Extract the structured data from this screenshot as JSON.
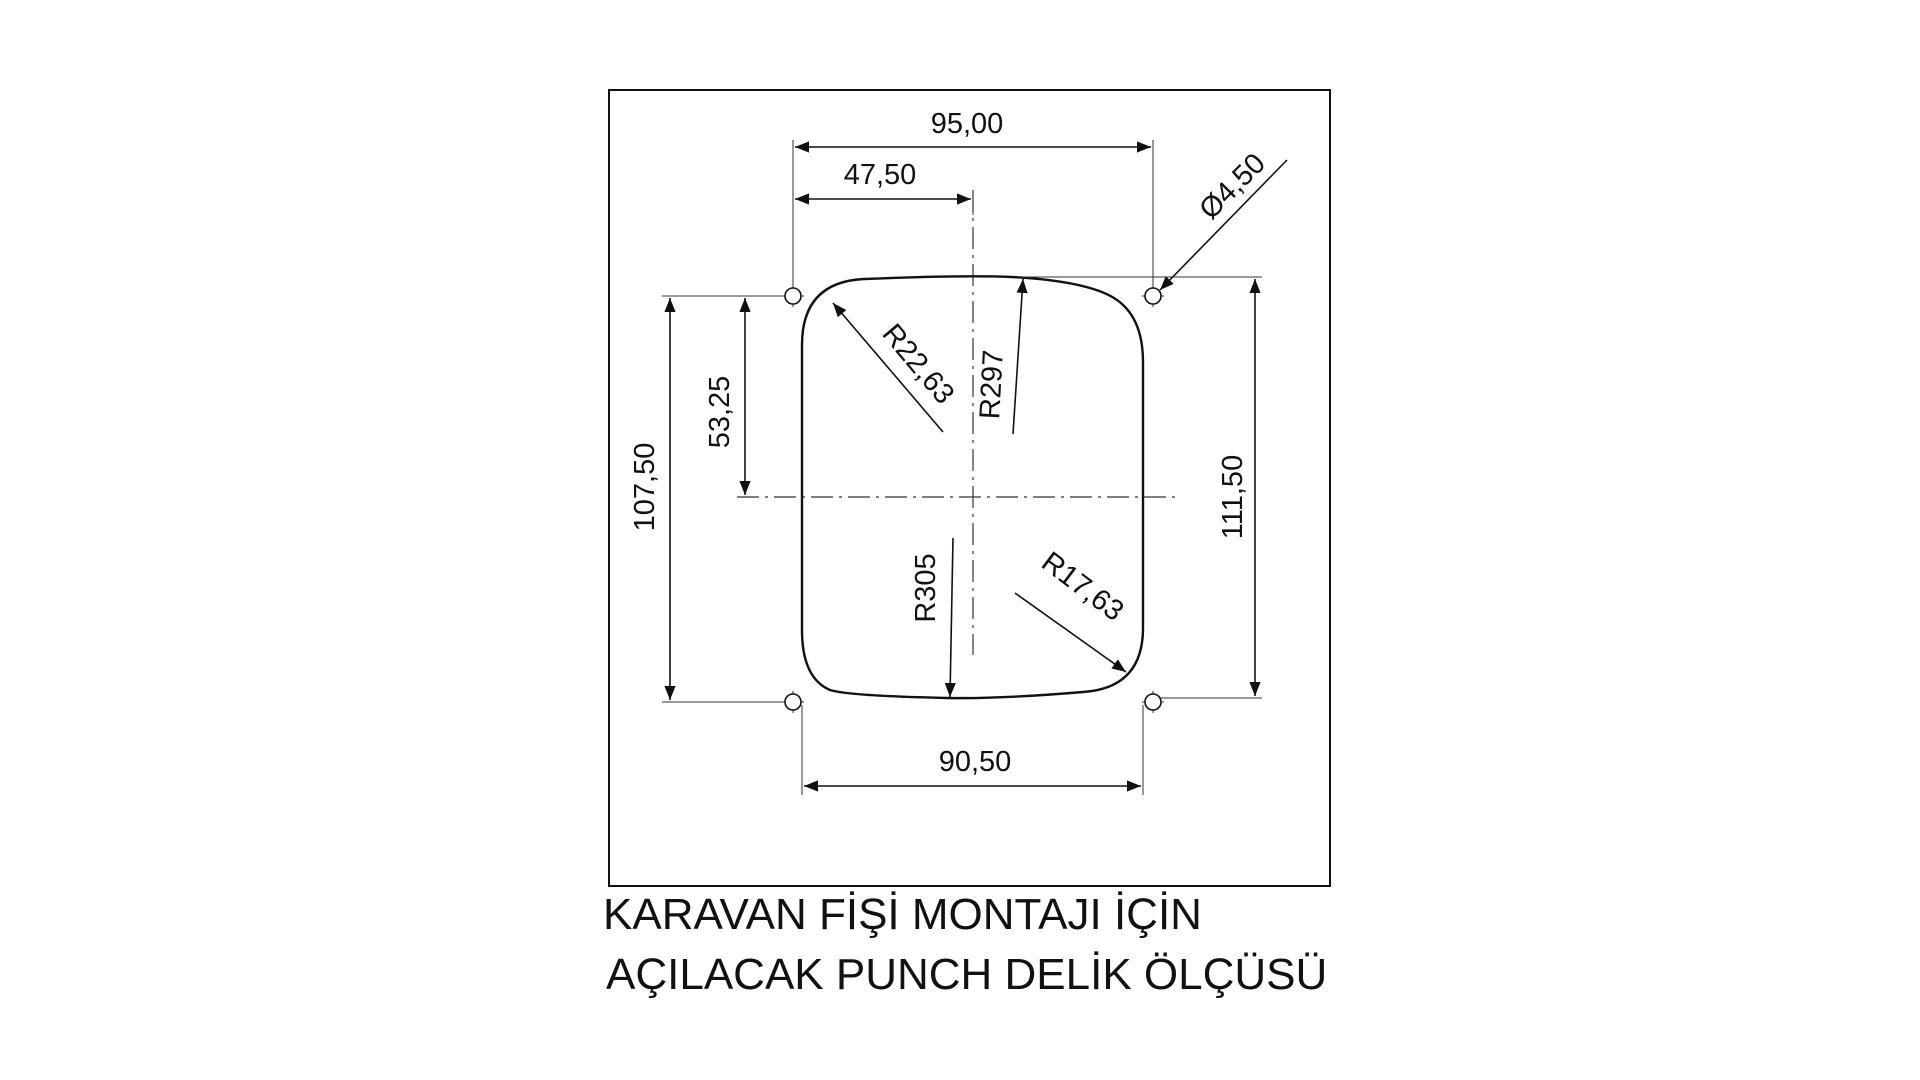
{
  "drawing": {
    "dimensions": {
      "width_total": "95,00",
      "width_half": "47,50",
      "hole_diameter": "Ø4,50",
      "height_left": "107,50",
      "height_half": "53,25",
      "height_right": "111,50",
      "width_bottom": "90,50",
      "radius_top_left": "R22,63",
      "radius_top": "R297",
      "radius_bottom": "R305",
      "radius_bottom_right": "R17,63"
    },
    "caption": {
      "line1": "KARAVAN FİŞİ MONTAJI İÇİN",
      "line2": "AÇILACAK PUNCH DELİK ÖLÇÜSÜ"
    }
  }
}
